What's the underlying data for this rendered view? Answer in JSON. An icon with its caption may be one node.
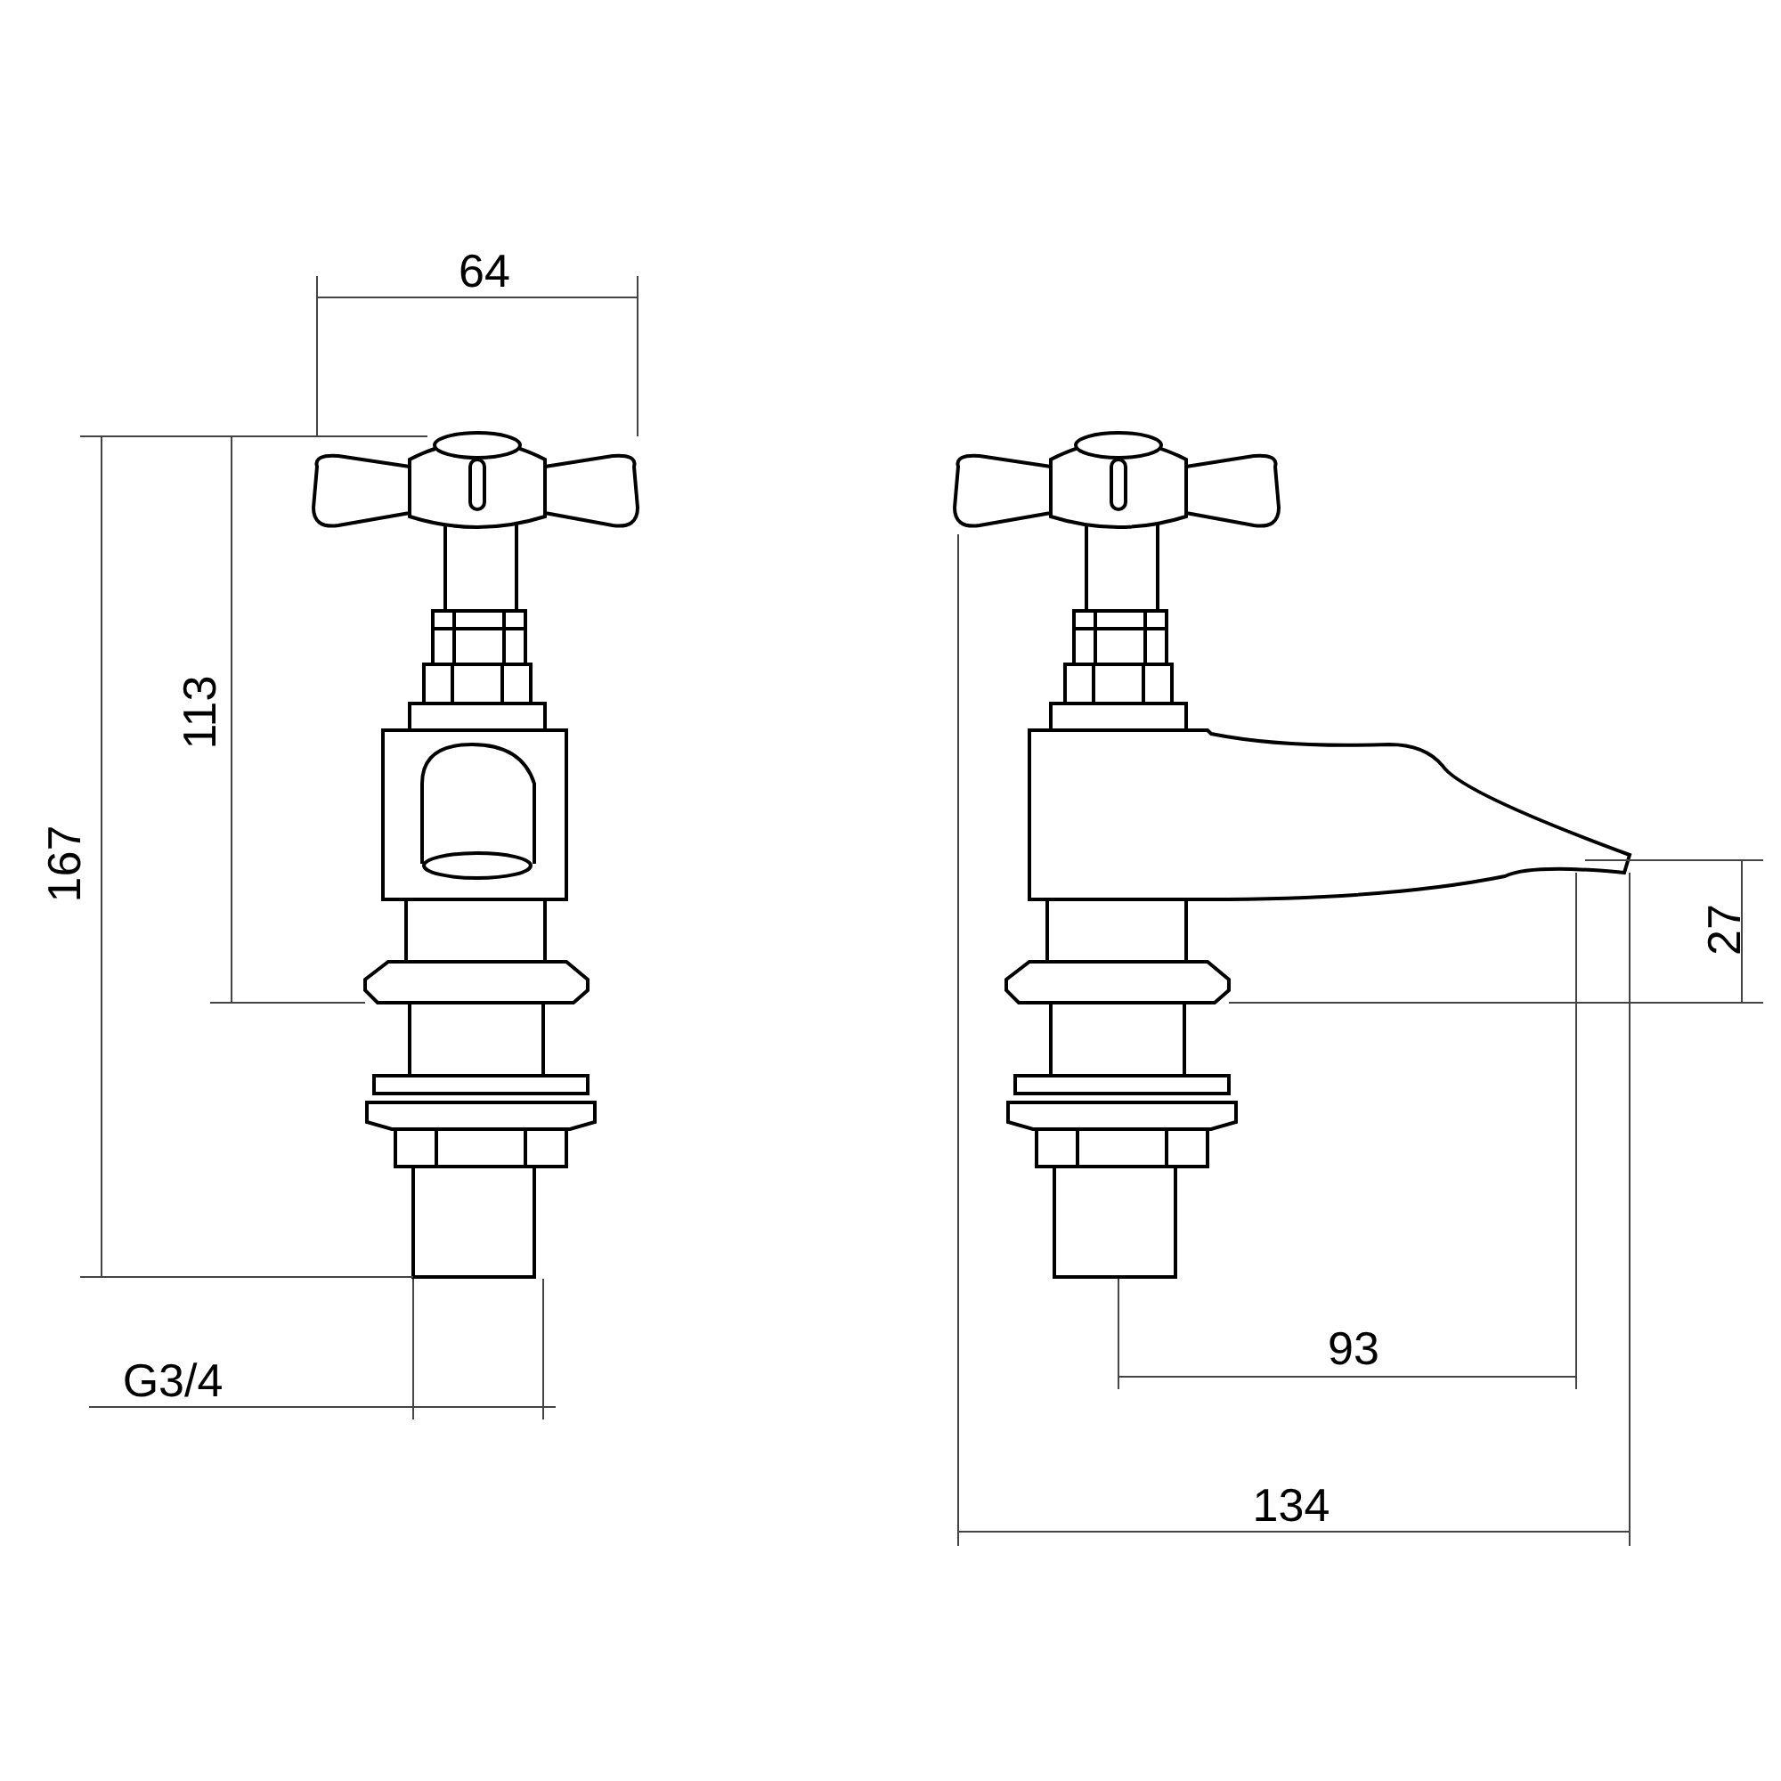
{
  "diagram": {
    "labels": [
      "64",
      "167",
      "113",
      "G3/4",
      "27",
      "93",
      "134"
    ]
  }
}
